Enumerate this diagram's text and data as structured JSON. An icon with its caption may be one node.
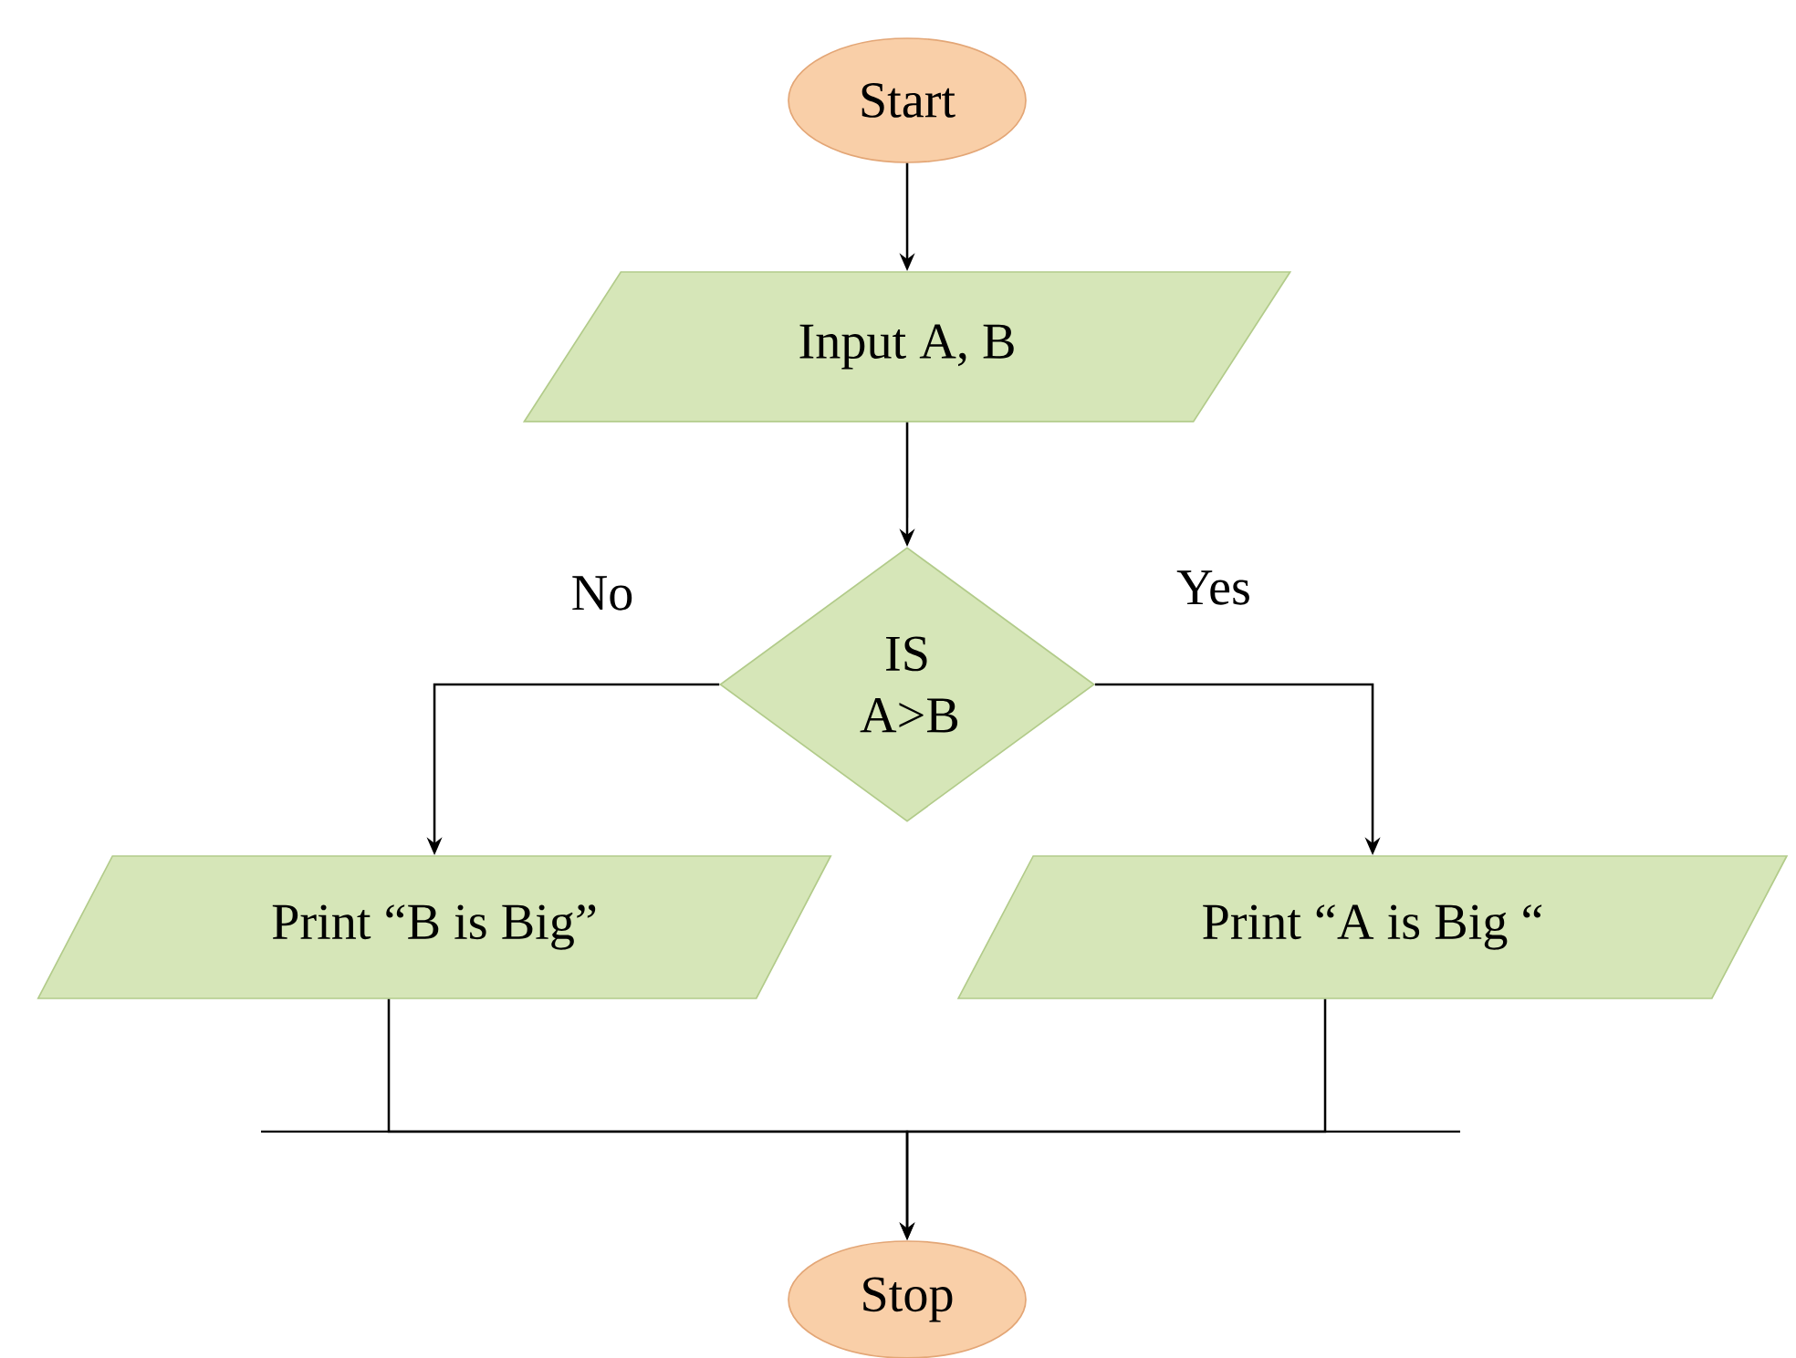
{
  "diagram": {
    "nodes": [
      {
        "text": [
          "Start"
        ]
      },
      {
        "text": [
          "Input  A, B"
        ]
      },
      {
        "text": [
          "IS A>B"
        ]
      },
      {
        "text": [
          "Print “B is Big”"
        ]
      },
      {
        "text": [
          "Print “A is Big “"
        ]
      },
      {
        "text": [
          "Stop"
        ]
      }
    ],
    "edges": [
      {
        "from": 0,
        "to": 1,
        "arrow": "to"
      },
      {
        "from": 1,
        "to": 2,
        "arrow": "to"
      },
      {
        "from": 2,
        "to": 3,
        "arrow": "to",
        "label": "No"
      },
      {
        "from": 2,
        "to": 4,
        "arrow": "to",
        "label": "Yes"
      },
      {
        "from": 3,
        "to": 5,
        "arrow": "to"
      },
      {
        "from": 4,
        "to": 5,
        "arrow": "to"
      }
    ]
  }
}
